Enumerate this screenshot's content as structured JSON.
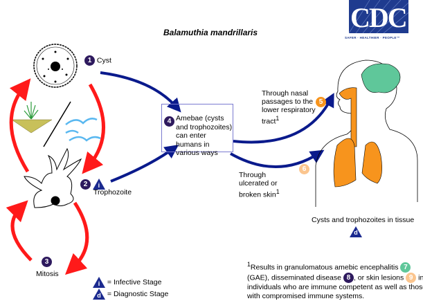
{
  "title": "Balamuthia mandrillaris",
  "logo": {
    "text": "CDC",
    "tagline": "SAFER · HEALTHIER · PEOPLE™",
    "color": "#1f3b8f"
  },
  "stages": [
    {
      "number": "1",
      "label": "Cyst"
    },
    {
      "number": "2",
      "label": "Trophozoite",
      "marker": "i"
    },
    {
      "number": "3",
      "label": "Mitosis"
    },
    {
      "number": "4",
      "label": "Amebae (cysts and trophozoites) can enter humans in various ways"
    },
    {
      "number": "5",
      "label": "Through nasal passages to the lower respiratory tract",
      "footnote": "1"
    },
    {
      "number": "6",
      "label": "Through ulcerated or broken skin",
      "footnote": "1"
    }
  ],
  "tissue": {
    "label": "Cysts and trophozoites in tissue",
    "marker": "d"
  },
  "legend": [
    {
      "marker": "i",
      "label": "= Infective Stage"
    },
    {
      "marker": "d",
      "label": "= Diagnostic Stage"
    }
  ],
  "footnote": {
    "mark": "1",
    "part1": "Results in granulomatous amebic encephalitis",
    "n7": "7",
    "part2": "(GAE), disseminated disease",
    "n8": "8",
    "part3": ", or skin lesions",
    "n9": "9",
    "part4": "in individuals who are immune competent as well as those with compromised immune systems."
  },
  "colors": {
    "cycle_arrow": "#ff1a1a",
    "path_arrow": "#0a1a8c",
    "lungs": "#f7941d",
    "brain": "#5fc79a",
    "stage_num": "#2e1a5e"
  }
}
